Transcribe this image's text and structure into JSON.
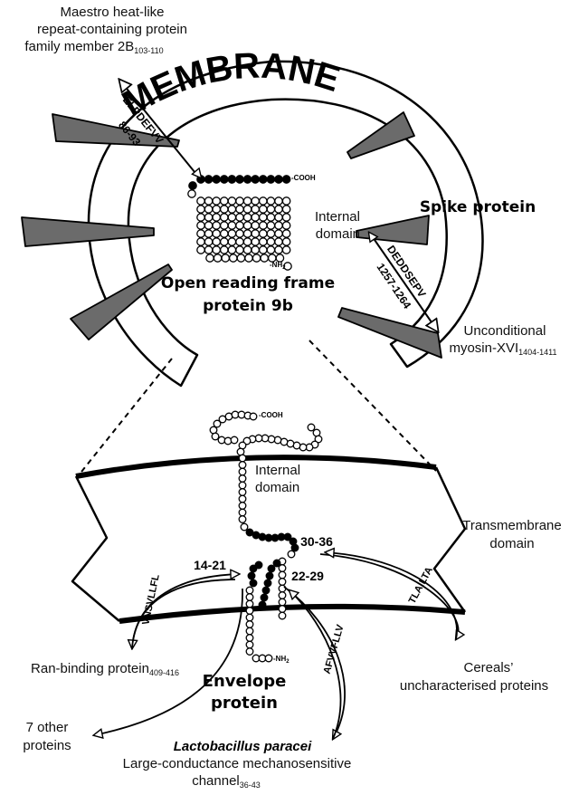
{
  "membrane_label": "MEMBRANE",
  "orf9b": {
    "label_line1": "Open reading frame",
    "label_line2": "protein 9b",
    "cooh": "-COOH",
    "nh2": "-NH",
    "nh2_sub": "2"
  },
  "spike": {
    "label": "Spike protein",
    "internal_line1": "Internal",
    "internal_line2": "domain"
  },
  "maestro": {
    "line1": "Maestro heat-like",
    "line2": "repeat-containing protein",
    "line3": "family member 2B",
    "range": "103-110",
    "motif": "ELPDEFVV",
    "motif_range": "86-93"
  },
  "myosin": {
    "line1": "Unconditional",
    "line2": "myosin-XVI",
    "range": "1404-1411",
    "motif": "DEDDSEPV",
    "motif_range": "1257-1264"
  },
  "envelope": {
    "label_line1": "Envelope",
    "label_line2": "protein",
    "cooh": "-COOH",
    "nh2": "-NH",
    "nh2_sub": "2",
    "internal_line1": "Internal",
    "internal_line2": "domain",
    "tm_line1": "Transmembrane",
    "tm_line2": "domain",
    "range_14_21": "14-21",
    "range_22_29": "22-29",
    "range_30_36": "30-36",
    "motif_vnsvllfl": "VNSVLLFL",
    "motif_afvvfllv": "AFVVFLLV",
    "motif_tlailta": "TLAILTA"
  },
  "ran": {
    "label": "Ran-binding protein",
    "range": "409-416"
  },
  "cereal": {
    "line1": "Cereals’",
    "line2": "uncharacterised proteins"
  },
  "others": {
    "line1": "7 other",
    "line2": "proteins"
  },
  "lacto": {
    "species": "Lactobacillus paracei",
    "line2": "Large-conductance mechanosensitive",
    "line3": "channel",
    "range": "36-43"
  }
}
